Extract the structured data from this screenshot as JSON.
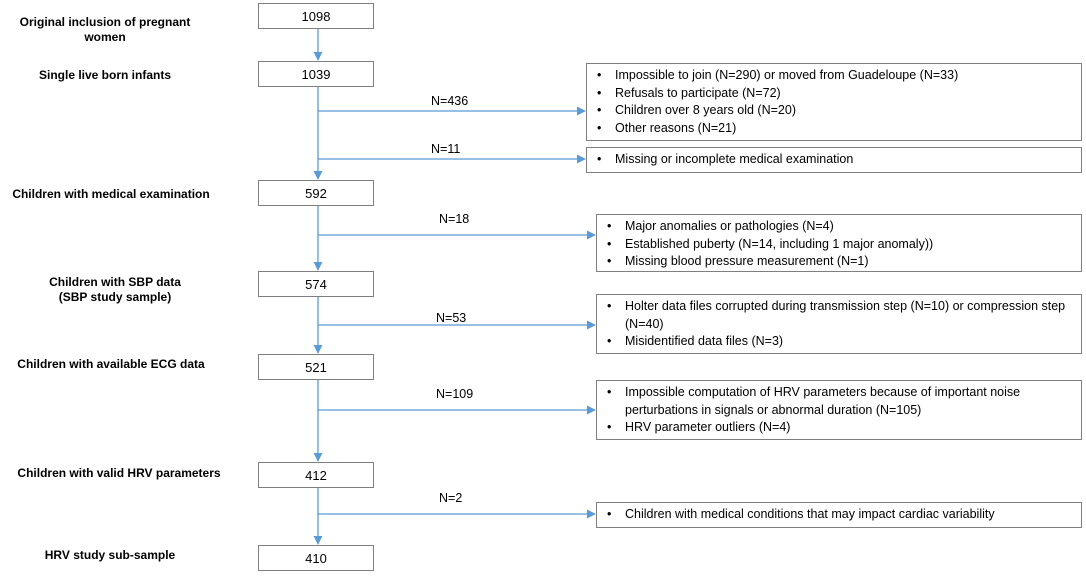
{
  "stages": [
    {
      "label": "Original inclusion of pregnant women",
      "label_lines": [
        "Original inclusion of pregnant",
        "women"
      ],
      "count": "1098"
    },
    {
      "label": "Single live born infants",
      "label_lines": [
        "Single live born infants"
      ],
      "count": "1039"
    },
    {
      "label": "Children with medical examination",
      "label_lines": [
        "Children with medical examination"
      ],
      "count": "592"
    },
    {
      "label": "Children with SBP data (SBP study sample)",
      "label_lines": [
        "Children with SBP data",
        "(SBP study sample)"
      ],
      "count": "574"
    },
    {
      "label": "Children with available ECG data",
      "label_lines": [
        "Children with available ECG data"
      ],
      "count": "521"
    },
    {
      "label": "Children with valid HRV parameters",
      "label_lines": [
        "Children with valid HRV parameters"
      ],
      "count": "412"
    },
    {
      "label": "HRV study sub-sample",
      "label_lines": [
        "HRV study sub-sample"
      ],
      "count": "410"
    }
  ],
  "exclusions": [
    {
      "n_label": "N=436",
      "items": [
        "Impossible to join (N=290) or moved from Guadeloupe (N=33)",
        "Refusals to participate (N=72)",
        "Children over 8 years old (N=20)",
        "Other reasons (N=21)"
      ]
    },
    {
      "n_label": "N=11",
      "items": [
        "Missing or incomplete medical examination"
      ]
    },
    {
      "n_label": "N=18",
      "items": [
        "Major anomalies or pathologies (N=4)",
        "Established puberty (N=14, including 1 major anomaly))",
        "Missing blood pressure measurement (N=1)"
      ]
    },
    {
      "n_label": "N=53",
      "items": [
        "Holter data files corrupted during transmission step (N=10) or compression step (N=40)",
        "Misidentified data files (N=3)"
      ]
    },
    {
      "n_label": "N=109",
      "items": [
        "Impossible computation of HRV parameters because of important noise perturbations in signals or abnormal duration (N=105)",
        "HRV parameter outliers (N=4)"
      ]
    },
    {
      "n_label": "N=2",
      "items": [
        "Children with medical conditions that may impact cardiac variability"
      ]
    }
  ],
  "colors": {
    "arrow": "#5b9bd5",
    "box_border": "#7f7f7f",
    "text": "#000000"
  }
}
